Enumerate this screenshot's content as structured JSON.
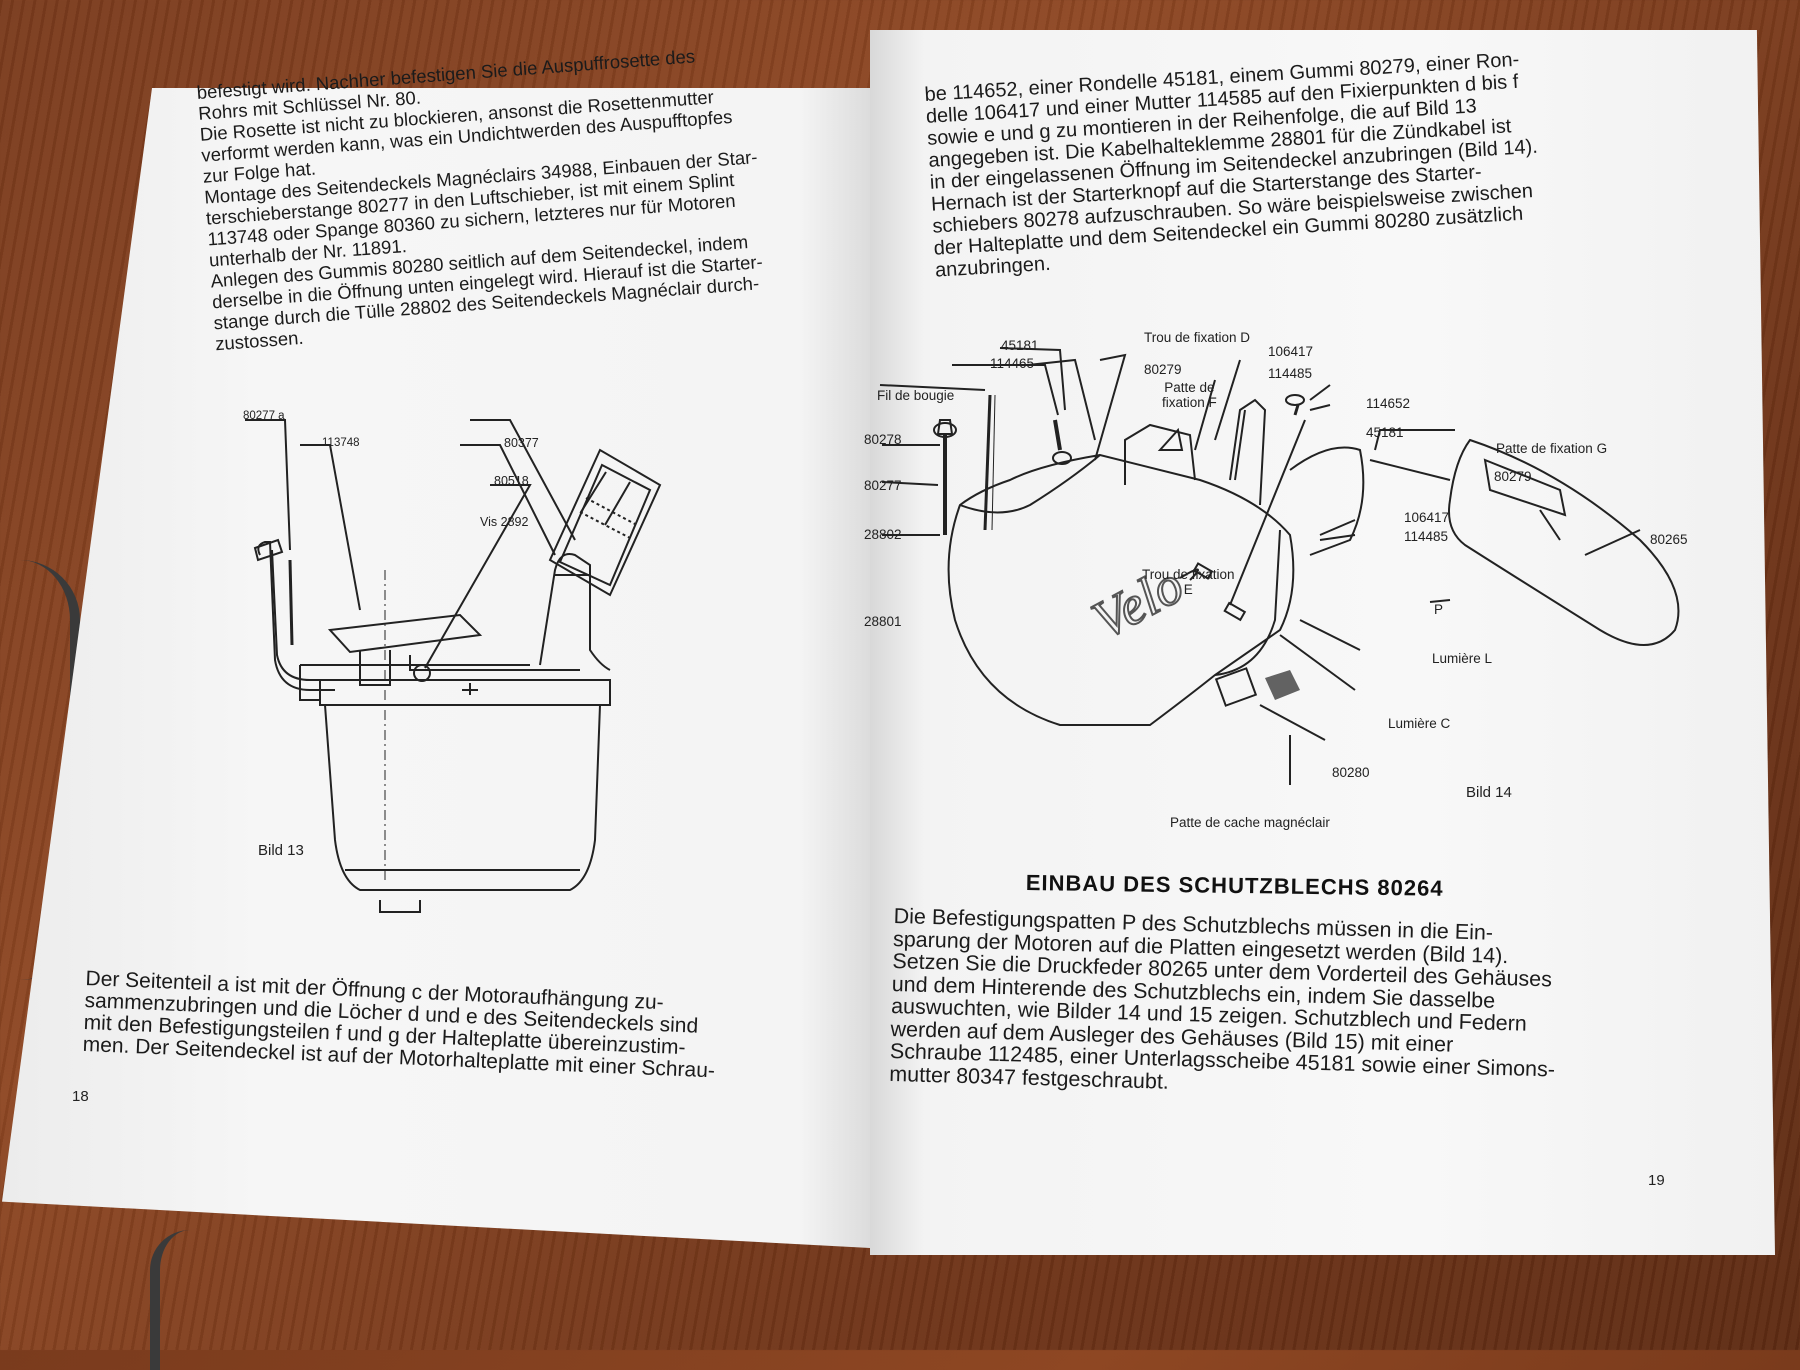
{
  "left_page": {
    "top_text": "befestigt wird. Nachher befestigen Sie die Auspuffrosette des\nRohrs mit Schlüssel Nr. 80.\nDie Rosette ist nicht zu blockieren, ansonst die Rosettenmutter\nverformt werden kann, was ein Undichtwerden des Auspufftopfes\nzur Folge hat.\nMontage des Seitendeckels Magnéclairs 34988, Einbauen der Star-\nterschieberstange 80277 in den Luftschieber, ist mit einem Splint\n113748 oder Spange 80360 zu sichern, letzteres nur für Motoren\nunterhalb der Nr. 11891.\nAnlegen des Gummis 80280 seitlich auf dem Seitendeckel, indem\nderselbe in die Öffnung unten eingelegt wird. Hierauf ist die Starter-\nstange durch die Tülle 28802 des Seitendeckels Magnéclair durch-\nzustossen.",
    "figure_labels": {
      "l80277a": "80277 a",
      "l113748": "113748",
      "l80518": "80518",
      "l80377": "80377",
      "vis": "Vis 2892"
    },
    "caption": "Bild 13",
    "bottom_text": "Der Seitenteil a ist mit der Öffnung c der Motoraufhängung zu-\nsammenzubringen und die Löcher d und e des Seitendeckels sind\nmit den Befestigungsteilen f und g der Halteplatte übereinzustim-\nmen. Der Seitendeckel ist auf der Motorhalteplatte mit einer Schrau-",
    "page_number": "18"
  },
  "right_page": {
    "top_text": "be 114652, einer Rondelle 45181, einem Gummi 80279, einer Ron-\ndelle 106417 und einer Mutter 114585 auf den Fixierpunkten d bis f\nsowie e und g zu montieren in der Reihenfolge, die auf Bild 13\nangegeben ist. Die Kabelhalteklemme 28801 für die Zündkabel ist\nin der eingelassenen Öffnung im Seitendeckel anzubringen (Bild 14).\nHernach ist der Starterknopf auf die Starterstange des Starter-\nschiebers 80278 aufzuschrauben. So wäre beispielsweise zwischen\nder Halteplatte und dem Seitendeckel ein Gummi 80280 zusätzlich\nanzubringen.",
    "figure_labels": {
      "l45181a": "45181",
      "l114465": "114465",
      "trou_d": "Trou de fixation D",
      "l106417a": "106417",
      "l114485a": "114485",
      "l80279a": "80279",
      "patte_f": "Patte de\nfixation F",
      "fil": "Fil de bougie",
      "l80278": "80278",
      "l80277": "80277",
      "l28802": "28802",
      "l28801": "28801",
      "l114652": "114652",
      "l45181b": "45181",
      "patte_g": "Patte de fixation G",
      "l80279b": "80279",
      "l106417b": "106417",
      "l114485b": "114485",
      "l80265": "80265",
      "trou_e": "Trou de fixation\nE",
      "p": "P",
      "lum_l": "Lumière L",
      "lum_c": "Lumière C",
      "l80280": "80280",
      "cache": "Patte de cache magnéclair",
      "velo": "Velo"
    },
    "caption": "Bild 14",
    "heading": "EINBAU DES SCHUTZBLECHS 80264",
    "bottom_text": "Die Befestigungspatten P des Schutzblechs müssen in die Ein-\nsparung der Motoren auf die Platten eingesetzt werden (Bild 14).\nSetzen Sie die Druckfeder 80265 unter dem Vorderteil des Gehäuses\nund dem Hinterende des Schutzblechs ein, indem Sie dasselbe\nauswuchten, wie Bilder 14 und 15 zeigen. Schutzblech und Federn\nwerden auf dem Ausleger des Gehäuses (Bild 15) mit einer\nSchraube 112485, einer Unterlagsscheibe 45181 sowie einer Simons-\nmutter 80347 festgeschraubt.",
    "page_number": "19"
  }
}
